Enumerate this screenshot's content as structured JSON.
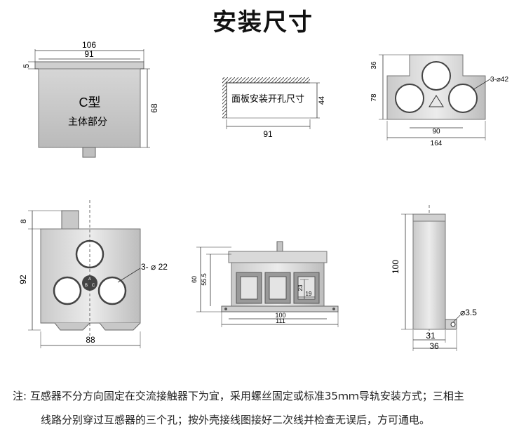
{
  "title": "安装尺寸",
  "views": {
    "top_main": {
      "dim_total_width": "106",
      "dim_inner_width": "91",
      "dim_flange": "5",
      "dim_height": "68",
      "model_label": "C型",
      "body_label": "主体部分"
    },
    "panel_cutout": {
      "label": "面板安装开孔尺寸",
      "dim_height": "44",
      "dim_width": "91"
    },
    "top_right": {
      "dim_top": "36",
      "dim_mid": "78",
      "dim_hole_span": "90",
      "dim_width": "164",
      "hole_label": "3-⌀42"
    },
    "front_small": {
      "dim_stub": "8",
      "dim_height": "92",
      "dim_width": "88",
      "hole_label": "3- ⌀ 22",
      "badge_letters": [
        "A",
        "B",
        "C"
      ]
    },
    "rail_view": {
      "dim_60": "60",
      "dim_55_5": "55.5",
      "dim_23": "23",
      "dim_19": "19",
      "dim_100": "100",
      "dim_111": "111"
    },
    "side_view": {
      "dim_height": "100",
      "dim_hole": "⌀3.5",
      "dim_31": "31",
      "dim_36": "36"
    }
  },
  "notes": {
    "line1": "注:  互感器不分方向固定在交流接触器下为宜，采用螺丝固定或标准35ｍｍ导轨安装方式；三相主",
    "line2": "线路分别穿过互感器的三个孔；按外壳接线图接好二次线并检查无误后，方可通电。"
  }
}
